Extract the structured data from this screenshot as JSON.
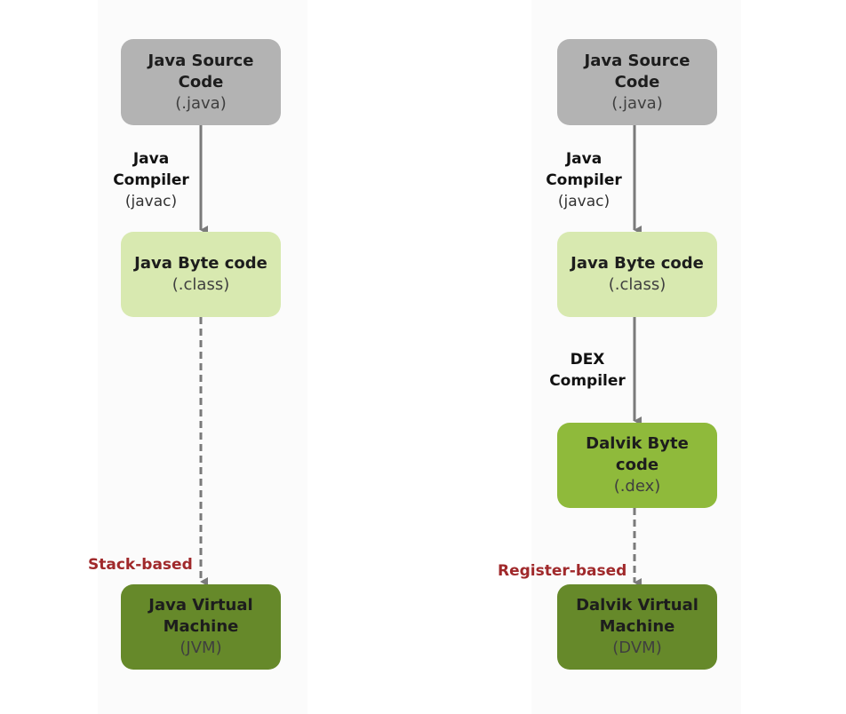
{
  "jvm_flow": {
    "source": {
      "title": "Java Source Code",
      "ext": "(.java)"
    },
    "compiler": {
      "line1": "Java",
      "line2": "Compiler",
      "line3": "(javac)"
    },
    "bytecode": {
      "title": "Java Byte code",
      "ext": "(.class)"
    },
    "vm_type": "Stack-based",
    "vm": {
      "title": "Java Virtual Machine",
      "ext": "(JVM)"
    }
  },
  "dvm_flow": {
    "source": {
      "title": "Java Source Code",
      "ext": "(.java)"
    },
    "compiler": {
      "line1": "Java",
      "line2": "Compiler",
      "line3": "(javac)"
    },
    "bytecode": {
      "title": "Java Byte code",
      "ext": "(.class)"
    },
    "dex_compiler": {
      "line1": "DEX",
      "line2": "Compiler"
    },
    "dalvik_bytecode": {
      "title": "Dalvik Byte code",
      "ext": "(.dex)"
    },
    "vm_type": "Register-based",
    "vm": {
      "title": "Dalvik Virtual Machine",
      "ext": "(DVM)"
    }
  },
  "colors": {
    "source": "#b3b3b3",
    "bytecode": "#d8e9b0",
    "dalvik_bytecode": "#8fba3b",
    "vm": "#66892a",
    "edge": "#7a7a7a",
    "vm_type_label": "#a0292b"
  }
}
